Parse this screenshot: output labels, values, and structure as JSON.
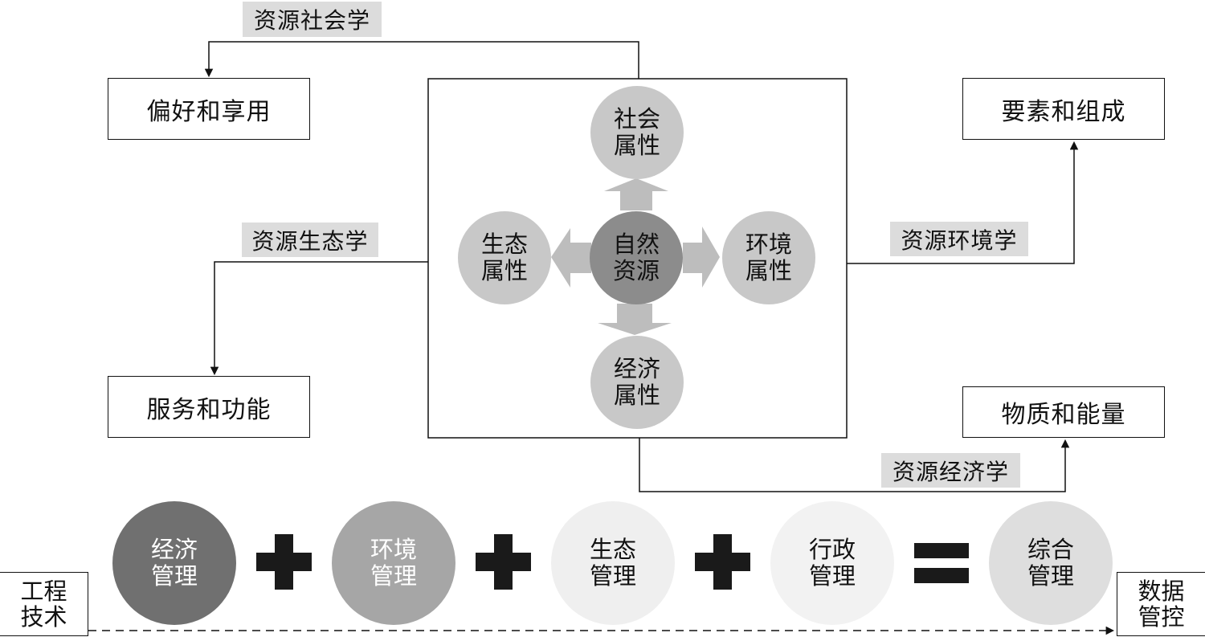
{
  "edge_labels": {
    "sociology": "资源社会学",
    "ecology": "资源生态学",
    "environment": "资源环境学",
    "economics": "资源经济学"
  },
  "outer_boxes": {
    "preference": "偏好和享用",
    "service": "服务和功能",
    "elements": "要素和组成",
    "matter": "物质和能量"
  },
  "center_circles": {
    "natural": "自然\n资源",
    "social": "社会\n属性",
    "eco": "生态\n属性",
    "env": "环境\n属性",
    "econ": "经济\n属性"
  },
  "management": {
    "economic": "经济\n管理",
    "environmental": "环境\n管理",
    "ecological": "生态\n管理",
    "administrative": "行政\n管理",
    "integrated": "综合\n管理"
  },
  "side_boxes": {
    "engineering": "工程\n技术",
    "data": "数据\n管控"
  },
  "colors": {
    "natural": "#8c8c8c",
    "attribute": "#c8c8c8",
    "arrow_fill": "#bdbdbd",
    "label_bg": "#dcdcdc",
    "economic_mgmt": "#707070",
    "environmental_mgmt": "#a6a6a6",
    "ecological_mgmt": "#efefef",
    "administrative_mgmt": "#f2f2f2",
    "integrated_mgmt": "#dedede"
  }
}
